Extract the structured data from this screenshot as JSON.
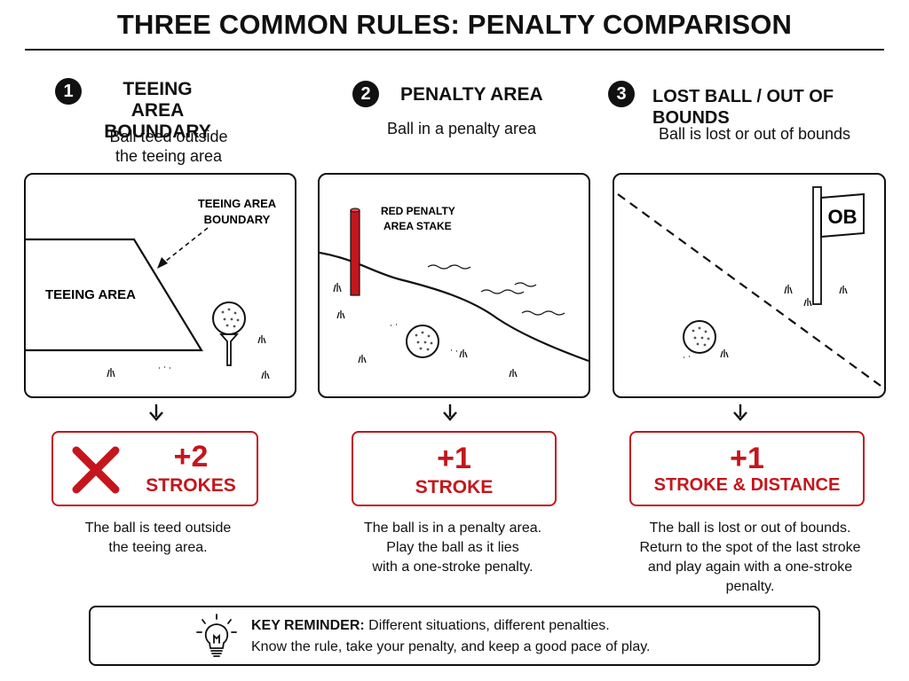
{
  "title": "THREE COMMON RULES: PENALTY COMPARISON",
  "rules": [
    {
      "number": "1",
      "heading_line1": "TEEING AREA",
      "heading_line2": "BOUNDARY",
      "subtitle_line1": "Ball teed outside",
      "subtitle_line2": "the teeing area",
      "illustration": {
        "boundary_label_line1": "TEEING AREA",
        "boundary_label_line2": "BOUNDARY",
        "area_label": "TEEING AREA"
      },
      "penalty_number": "+2",
      "penalty_label": "STROKES",
      "icon": "x-icon",
      "desc_lines": [
        "The ball is teed outside",
        "the teeing area."
      ]
    },
    {
      "number": "2",
      "heading_line1": "PENALTY AREA",
      "subtitle_line1": "Ball in a penalty area",
      "illustration": {
        "stake_label_line1": "RED PENALTY",
        "stake_label_line2": "AREA STAKE"
      },
      "penalty_number": "+1",
      "penalty_label": "STROKE",
      "desc_lines": [
        "The ball is in a penalty area.",
        "Play the ball as it lies",
        "with a one-stroke penalty."
      ]
    },
    {
      "number": "3",
      "heading_line1": "LOST BALL / OUT OF BOUNDS",
      "subtitle_line1": "Ball is lost or out of bounds",
      "illustration": {
        "flag_text": "OB"
      },
      "penalty_number": "+1",
      "penalty_label": "STROKE & DISTANCE",
      "desc_lines": [
        "The ball is lost or out of bounds.",
        "Return to the spot of the last stroke",
        "and play again with a one-stroke",
        "penalty."
      ]
    }
  ],
  "reminder": {
    "icon": "lightbulb-icon",
    "bold": "KEY REMINDER:",
    "line1_rest": " Different situations, different penalties.",
    "line2": "Know the rule, take your penalty, and keep a good pace of play."
  },
  "colors": {
    "penalty_red": "#c4161c",
    "ink": "#111111",
    "stake_red": "#c4161c"
  }
}
